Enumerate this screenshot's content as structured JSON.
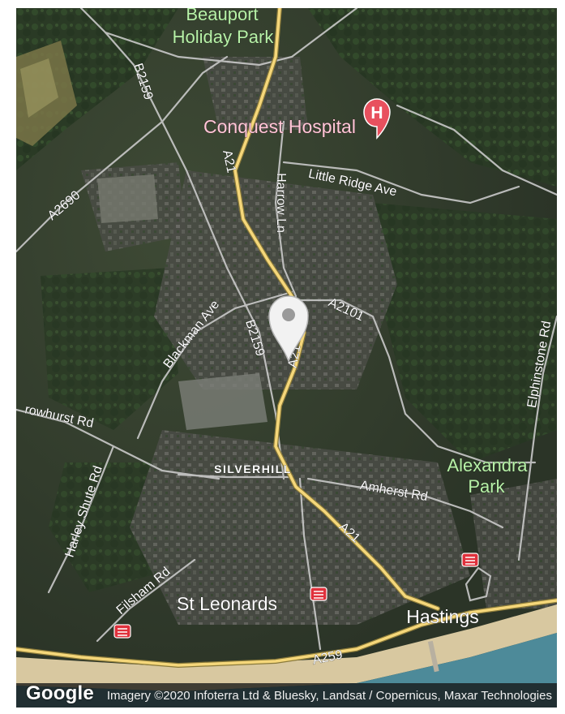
{
  "map": {
    "type": "satellite",
    "labels": {
      "beauport": "Beauport",
      "holiday_park": "Holiday Park",
      "conquest_hospital": "Conquest Hospital",
      "hospital_marker": "H",
      "b2159_north": "B2159",
      "a2690": "A2690",
      "a21_north": "A21",
      "harrow_ln": "Harrow Ln",
      "little_ridge_ave": "Little Ridge Ave",
      "a2101": "A2101",
      "blackman_ave": "Blackman Ave",
      "b2159_south": "B2159",
      "a21_center": "A21",
      "elphinstone_rd": "Elphinstone Rd",
      "crowhurst_rd": "rowhurst Rd",
      "silverhill": "SILVERHILL",
      "alexandra": "Alexandra",
      "park": "Park",
      "amherst_rd": "Amherst Rd",
      "harley_shute_rd": "Harley Shute Rd",
      "a21_south": "A21",
      "filsham_rd": "Filsham Rd",
      "st_leonards": "St Leonards",
      "hastings": "Hastings",
      "a259": "A259"
    },
    "colors": {
      "major_road": "#f5d77a",
      "minor_road": "#c9c9c9",
      "sea": "#4d8a99",
      "park_label": "#b8f2a8",
      "hospital_label": "#ffc8d8",
      "hospital_marker": "#e8505e",
      "rail_marker": "#e0313c"
    },
    "icons": [
      "hospital-icon",
      "location-pin-icon",
      "rail-station-icon"
    ]
  },
  "footer": {
    "logo": "Google",
    "attribution": "Imagery ©2020 Infoterra Ltd & Bluesky, Landsat / Copernicus, Maxar Technologies"
  }
}
